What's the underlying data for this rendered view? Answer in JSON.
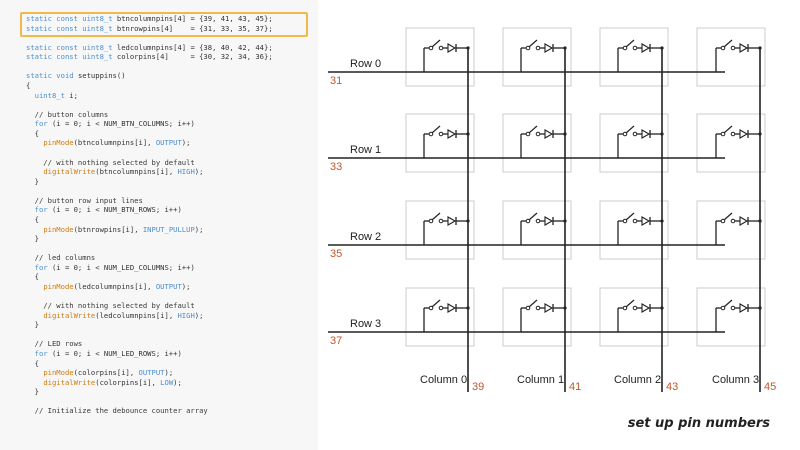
{
  "code": {
    "lines": [
      [
        [
          "kw",
          "static const uint8_t "
        ],
        [
          "plain",
          "btncolumnpins[4] = {39, 41, 43, 45};"
        ]
      ],
      [
        [
          "kw",
          "static const uint8_t "
        ],
        [
          "plain",
          "btnrowpins[4]    = {31, 33, 35, 37};"
        ]
      ],
      [],
      [
        [
          "kw",
          "static const uint8_t "
        ],
        [
          "plain",
          "ledcolumnpins[4] = {38, 40, 42, 44};"
        ]
      ],
      [
        [
          "kw",
          "static const uint8_t "
        ],
        [
          "plain",
          "colorpins[4]     = {30, 32, 34, 36};"
        ]
      ],
      [],
      [
        [
          "kw",
          "static void "
        ],
        [
          "plain",
          "setuppins()"
        ]
      ],
      [
        [
          "plain",
          "{"
        ]
      ],
      [
        [
          "plain",
          "  "
        ],
        [
          "kw",
          "uint8_t "
        ],
        [
          "plain",
          "i;"
        ]
      ],
      [],
      [
        [
          "com",
          "  // button columns"
        ]
      ],
      [
        [
          "plain",
          "  "
        ],
        [
          "kw",
          "for "
        ],
        [
          "plain",
          "(i = 0; i < NUM_BTN_COLUMNS; i++)"
        ]
      ],
      [
        [
          "plain",
          "  {"
        ]
      ],
      [
        [
          "plain",
          "    "
        ],
        [
          "fn",
          "pinMode"
        ],
        [
          "plain",
          "(btncolumnpins[i], "
        ],
        [
          "const",
          "OUTPUT"
        ],
        [
          "plain",
          ");"
        ]
      ],
      [],
      [
        [
          "com",
          "    // with nothing selected by default"
        ]
      ],
      [
        [
          "plain",
          "    "
        ],
        [
          "fn",
          "digitalWrite"
        ],
        [
          "plain",
          "(btncolumnpins[i], "
        ],
        [
          "const",
          "HIGH"
        ],
        [
          "plain",
          ");"
        ]
      ],
      [
        [
          "plain",
          "  }"
        ]
      ],
      [],
      [
        [
          "com",
          "  // button row input lines"
        ]
      ],
      [
        [
          "plain",
          "  "
        ],
        [
          "kw",
          "for "
        ],
        [
          "plain",
          "(i = 0; i < NUM_BTN_ROWS; i++)"
        ]
      ],
      [
        [
          "plain",
          "  {"
        ]
      ],
      [
        [
          "plain",
          "    "
        ],
        [
          "fn",
          "pinMode"
        ],
        [
          "plain",
          "(btnrowpins[i], "
        ],
        [
          "const",
          "INPUT_PULLUP"
        ],
        [
          "plain",
          ");"
        ]
      ],
      [
        [
          "plain",
          "  }"
        ]
      ],
      [],
      [
        [
          "com",
          "  // led columns"
        ]
      ],
      [
        [
          "plain",
          "  "
        ],
        [
          "kw",
          "for "
        ],
        [
          "plain",
          "(i = 0; i < NUM_LED_COLUMNS; i++)"
        ]
      ],
      [
        [
          "plain",
          "  {"
        ]
      ],
      [
        [
          "plain",
          "    "
        ],
        [
          "fn",
          "pinMode"
        ],
        [
          "plain",
          "(ledcolumnpins[i], "
        ],
        [
          "const",
          "OUTPUT"
        ],
        [
          "plain",
          ");"
        ]
      ],
      [],
      [
        [
          "com",
          "    // with nothing selected by default"
        ]
      ],
      [
        [
          "plain",
          "    "
        ],
        [
          "fn",
          "digitalWrite"
        ],
        [
          "plain",
          "(ledcolumnpins[i], "
        ],
        [
          "const",
          "HIGH"
        ],
        [
          "plain",
          ");"
        ]
      ],
      [
        [
          "plain",
          "  }"
        ]
      ],
      [],
      [
        [
          "com",
          "  // LED rows"
        ]
      ],
      [
        [
          "plain",
          "  "
        ],
        [
          "kw",
          "for "
        ],
        [
          "plain",
          "(i = 0; i < NUM_LED_ROWS; i++)"
        ]
      ],
      [
        [
          "plain",
          "  {"
        ]
      ],
      [
        [
          "plain",
          "    "
        ],
        [
          "fn",
          "pinMode"
        ],
        [
          "plain",
          "(colorpins[i], "
        ],
        [
          "const",
          "OUTPUT"
        ],
        [
          "plain",
          ");"
        ]
      ],
      [
        [
          "plain",
          "    "
        ],
        [
          "fn",
          "digitalWrite"
        ],
        [
          "plain",
          "(colorpins[i], "
        ],
        [
          "const",
          "LOW"
        ],
        [
          "plain",
          ");"
        ]
      ],
      [
        [
          "plain",
          "  }"
        ]
      ],
      [],
      [
        [
          "com",
          "  // Initialize the debounce counter array"
        ]
      ]
    ]
  },
  "diagram": {
    "rows": [
      {
        "label": "Row 0",
        "pin": "31"
      },
      {
        "label": "Row 1",
        "pin": "33"
      },
      {
        "label": "Row 2",
        "pin": "35"
      },
      {
        "label": "Row 3",
        "pin": "37"
      }
    ],
    "columns": [
      {
        "label": "Column 0",
        "pin": "39"
      },
      {
        "label": "Column 1",
        "pin": "41"
      },
      {
        "label": "Column 2",
        "pin": "43"
      },
      {
        "label": "Column 3",
        "pin": "45"
      }
    ]
  },
  "caption": "set up pin numbers",
  "colors": {
    "keyword": "#4a8fd4",
    "function": "#d07a10",
    "highlight": "#f0b94a",
    "pin_number": "#c0582a",
    "wire": "#222222",
    "switch_box": "#cccccc"
  }
}
